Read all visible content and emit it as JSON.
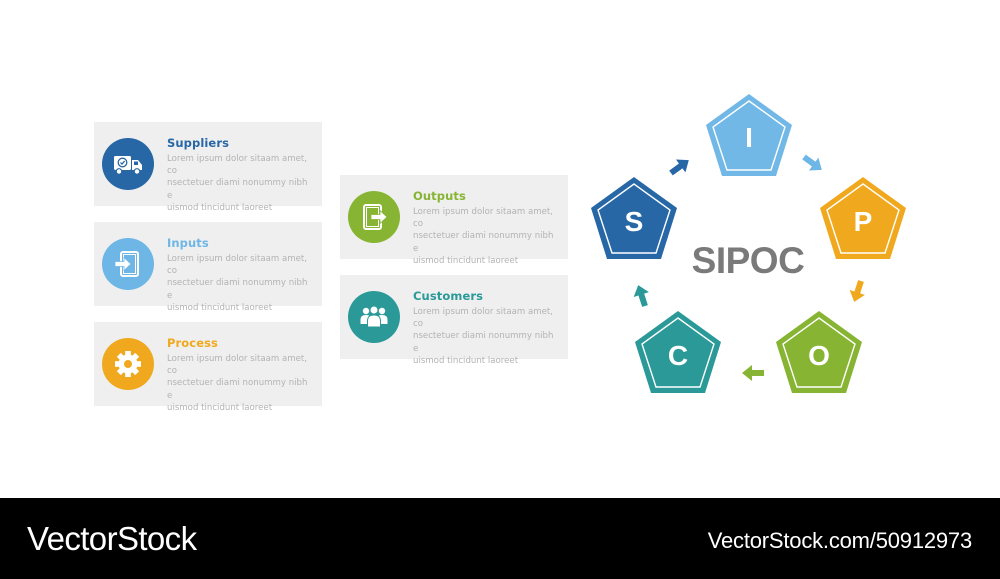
{
  "cards": [
    {
      "key": "suppliers",
      "title": "Suppliers",
      "description": "Lorem ipsum dolor sitaam amet, co\nnsectetuer diami nonummy  nibh e\nuismod tincidunt laoreet",
      "color": "#2767a6",
      "icon": "delivery-truck-icon"
    },
    {
      "key": "inputs",
      "title": "Inputs",
      "description": "Lorem ipsum dolor sitaam amet, co\nnsectetuer diami nonummy  nibh e\nuismod tincidunt laoreet",
      "color": "#6eb6e6",
      "icon": "sign-in-icon"
    },
    {
      "key": "process",
      "title": "Process",
      "description": "Lorem ipsum dolor sitaam amet, co\nnsectetuer diami nonummy  nibh e\nuismod tincidunt laoreet",
      "color": "#f0a91e",
      "icon": "gear-icon"
    },
    {
      "key": "outputs",
      "title": "Outputs",
      "description": "Lorem ipsum dolor sitaam amet, co\nnsectetuer diami nonummy  nibh e\nuismod tincidunt laoreet",
      "color": "#87b432",
      "icon": "sign-out-icon"
    },
    {
      "key": "customers",
      "title": "Customers",
      "description": "Lorem ipsum dolor sitaam amet, co\nnsectetuer diami nonummy  nibh e\nuismod tincidunt laoreet",
      "color": "#2a9998",
      "icon": "users-group-icon"
    }
  ],
  "cycle": {
    "center_label": "SIPOC",
    "center_color": "#7a7a7a",
    "nodes": [
      {
        "letter": "S",
        "label": "Suppliers",
        "color": "#2767a6"
      },
      {
        "letter": "I",
        "label": "Inputs",
        "color": "#72b8e6"
      },
      {
        "letter": "P",
        "label": "Process",
        "color": "#f0a91e"
      },
      {
        "letter": "O",
        "label": "Outputs",
        "color": "#87b432"
      },
      {
        "letter": "C",
        "label": "Customers",
        "color": "#2a9998"
      }
    ],
    "arrows": [
      {
        "from": "S",
        "to": "I",
        "color": "#2767a6"
      },
      {
        "from": "I",
        "to": "P",
        "color": "#6eb6e6"
      },
      {
        "from": "P",
        "to": "O",
        "color": "#f0a91e"
      },
      {
        "from": "O",
        "to": "C",
        "color": "#87b432"
      },
      {
        "from": "C",
        "to": "S",
        "color": "#2a9998"
      }
    ]
  },
  "footer": {
    "brand": "VectorStock",
    "url": "VectorStock.com/50912973"
  }
}
